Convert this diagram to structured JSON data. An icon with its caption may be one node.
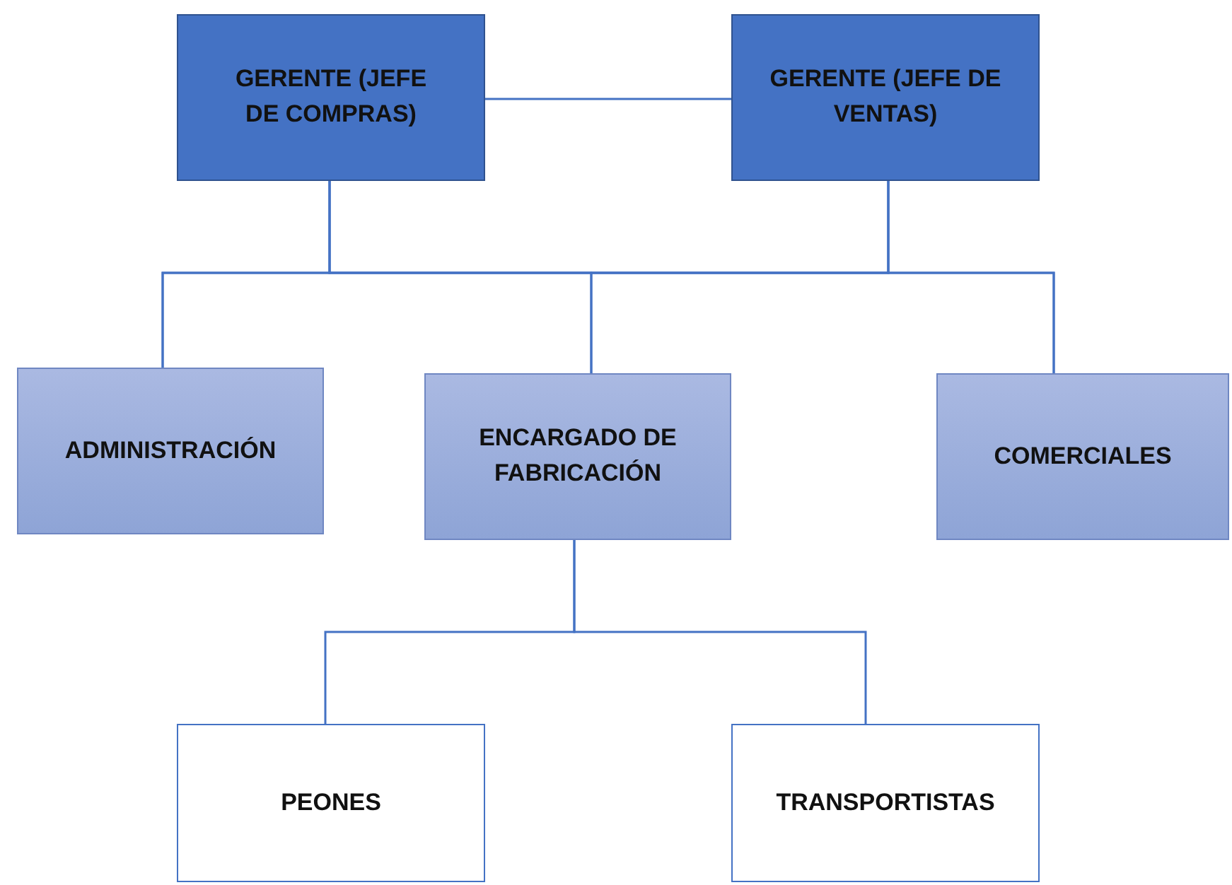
{
  "diagram": {
    "nodes": [
      {
        "text": [
          "GERENTE (JEFE DE COMPRAS)"
        ]
      },
      {
        "text": [
          "GERENTE (JEFE DE VENTAS)"
        ]
      },
      {
        "text": [
          "ADMINISTRACIÓN"
        ]
      },
      {
        "text": [
          "ENCARGADO DE FABRICACIÓN"
        ]
      },
      {
        "text": [
          "COMERCIALES"
        ]
      },
      {
        "text": [
          "PEONES"
        ]
      },
      {
        "text": [
          "TRANSPORTISTAS"
        ]
      }
    ],
    "edges": [
      {
        "from": 0,
        "to": 1,
        "arrow": "none"
      },
      {
        "from": 0,
        "to": 2,
        "arrow": "none"
      },
      {
        "from": 0,
        "to": 3,
        "arrow": "none"
      },
      {
        "from": 0,
        "to": 4,
        "arrow": "none"
      },
      {
        "from": 1,
        "to": 2,
        "arrow": "none"
      },
      {
        "from": 1,
        "to": 3,
        "arrow": "none"
      },
      {
        "from": 1,
        "to": 4,
        "arrow": "none"
      },
      {
        "from": 3,
        "to": 5,
        "arrow": "none"
      },
      {
        "from": 3,
        "to": 6,
        "arrow": "none"
      }
    ]
  }
}
